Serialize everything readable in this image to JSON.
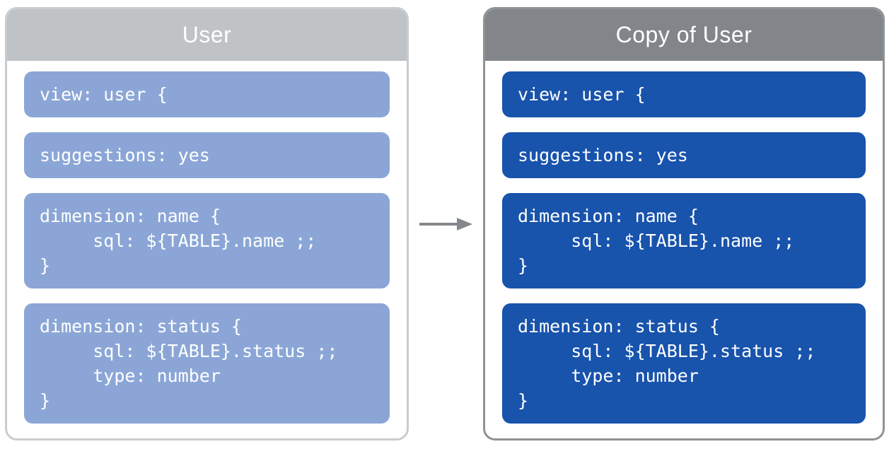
{
  "panels": [
    {
      "title": "User",
      "header_color": "#bfc3c6",
      "border_color": "#c9cccf",
      "block_color": "#8ba6d6",
      "text_color": "#ffffff",
      "blocks": [
        [
          "view: user {"
        ],
        [
          "suggestions: yes"
        ],
        [
          "dimension: name {",
          "     sql: ${TABLE}.name ;;",
          "}"
        ],
        [
          "dimension: status {",
          "     sql: ${TABLE}.status ;;",
          "     type: number",
          "}"
        ]
      ]
    },
    {
      "title": "Copy of User",
      "header_color": "#82868a",
      "border_color": "#8f9396",
      "block_color": "#1853ac",
      "text_color": "#ffffff",
      "blocks": [
        [
          "view: user {"
        ],
        [
          "suggestions: yes"
        ],
        [
          "dimension: name {",
          "     sql: ${TABLE}.name ;;",
          "}"
        ],
        [
          "dimension: status {",
          "     sql: ${TABLE}.status ;;",
          "     type: number",
          "}"
        ]
      ]
    }
  ],
  "arrow": {
    "label": "copy-arrow",
    "color": "#84888c"
  }
}
